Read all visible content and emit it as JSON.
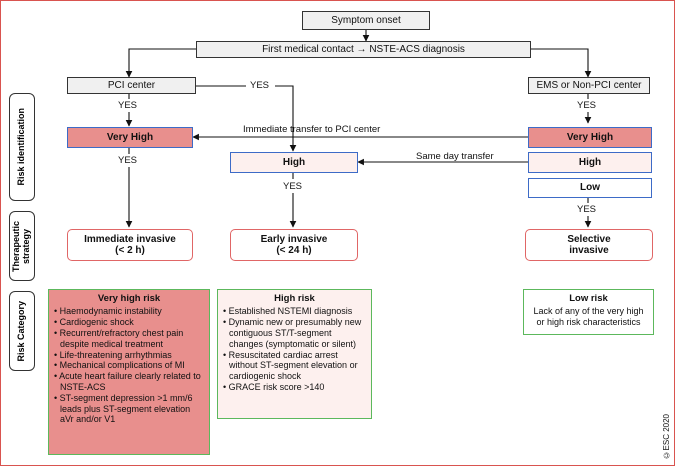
{
  "flow": {
    "symptom_onset": "Symptom onset",
    "first_contact": "First medical contact → NSTE-ACS diagnosis",
    "pci_center": "PCI center",
    "ems_center": "EMS or Non-PCI center",
    "yes": "YES",
    "immediate_transfer": "Immediate transfer to PCI center",
    "same_day_transfer": "Same day transfer"
  },
  "risk_levels": {
    "very_high": "Very High",
    "high": "High",
    "low": "Low"
  },
  "strategies": {
    "immediate": {
      "title": "Immediate invasive",
      "time": "(< 2 h)"
    },
    "early": {
      "title": "Early invasive",
      "time": "(< 24 h)"
    },
    "selective": {
      "title": "Selective",
      "time": "invasive"
    }
  },
  "side_labels": {
    "risk_identification": "Risk identification",
    "therapeutic_strategy": "Therapeutic strategy",
    "risk_category": "Risk Category"
  },
  "categories": {
    "very_high": {
      "title": "Very high risk",
      "items": [
        "Haemodynamic instability",
        "Cardiogenic shock",
        "Recurrent/refractory chest pain despite medical treatment",
        "Life-threatening arrhythmias",
        "Mechanical complications of MI",
        "Acute heart failure clearly related to NSTE-ACS",
        "ST-segment depression >1 mm/6 leads plus ST-segment elevation aVr and/or V1"
      ]
    },
    "high": {
      "title": "High risk",
      "items": [
        "Established NSTEMI diagnosis",
        "Dynamic new or presumably new contiguous ST/T-segment changes (symptomatic or silent)",
        "Resuscitated cardiac arrest without ST-segment elevation or cardiogenic shock",
        "GRACE risk score >140"
      ]
    },
    "low": {
      "title": "Low risk",
      "text": "Lack of any of the very high or high risk characteristics"
    }
  },
  "copyright": "©ESC 2020",
  "colors": {
    "very_high_fill": "#e88f8d",
    "high_fill": "#fdf0ee",
    "blue_border": "#3d6bc7",
    "red_border": "#e06666",
    "green_border": "#5cb85c"
  }
}
